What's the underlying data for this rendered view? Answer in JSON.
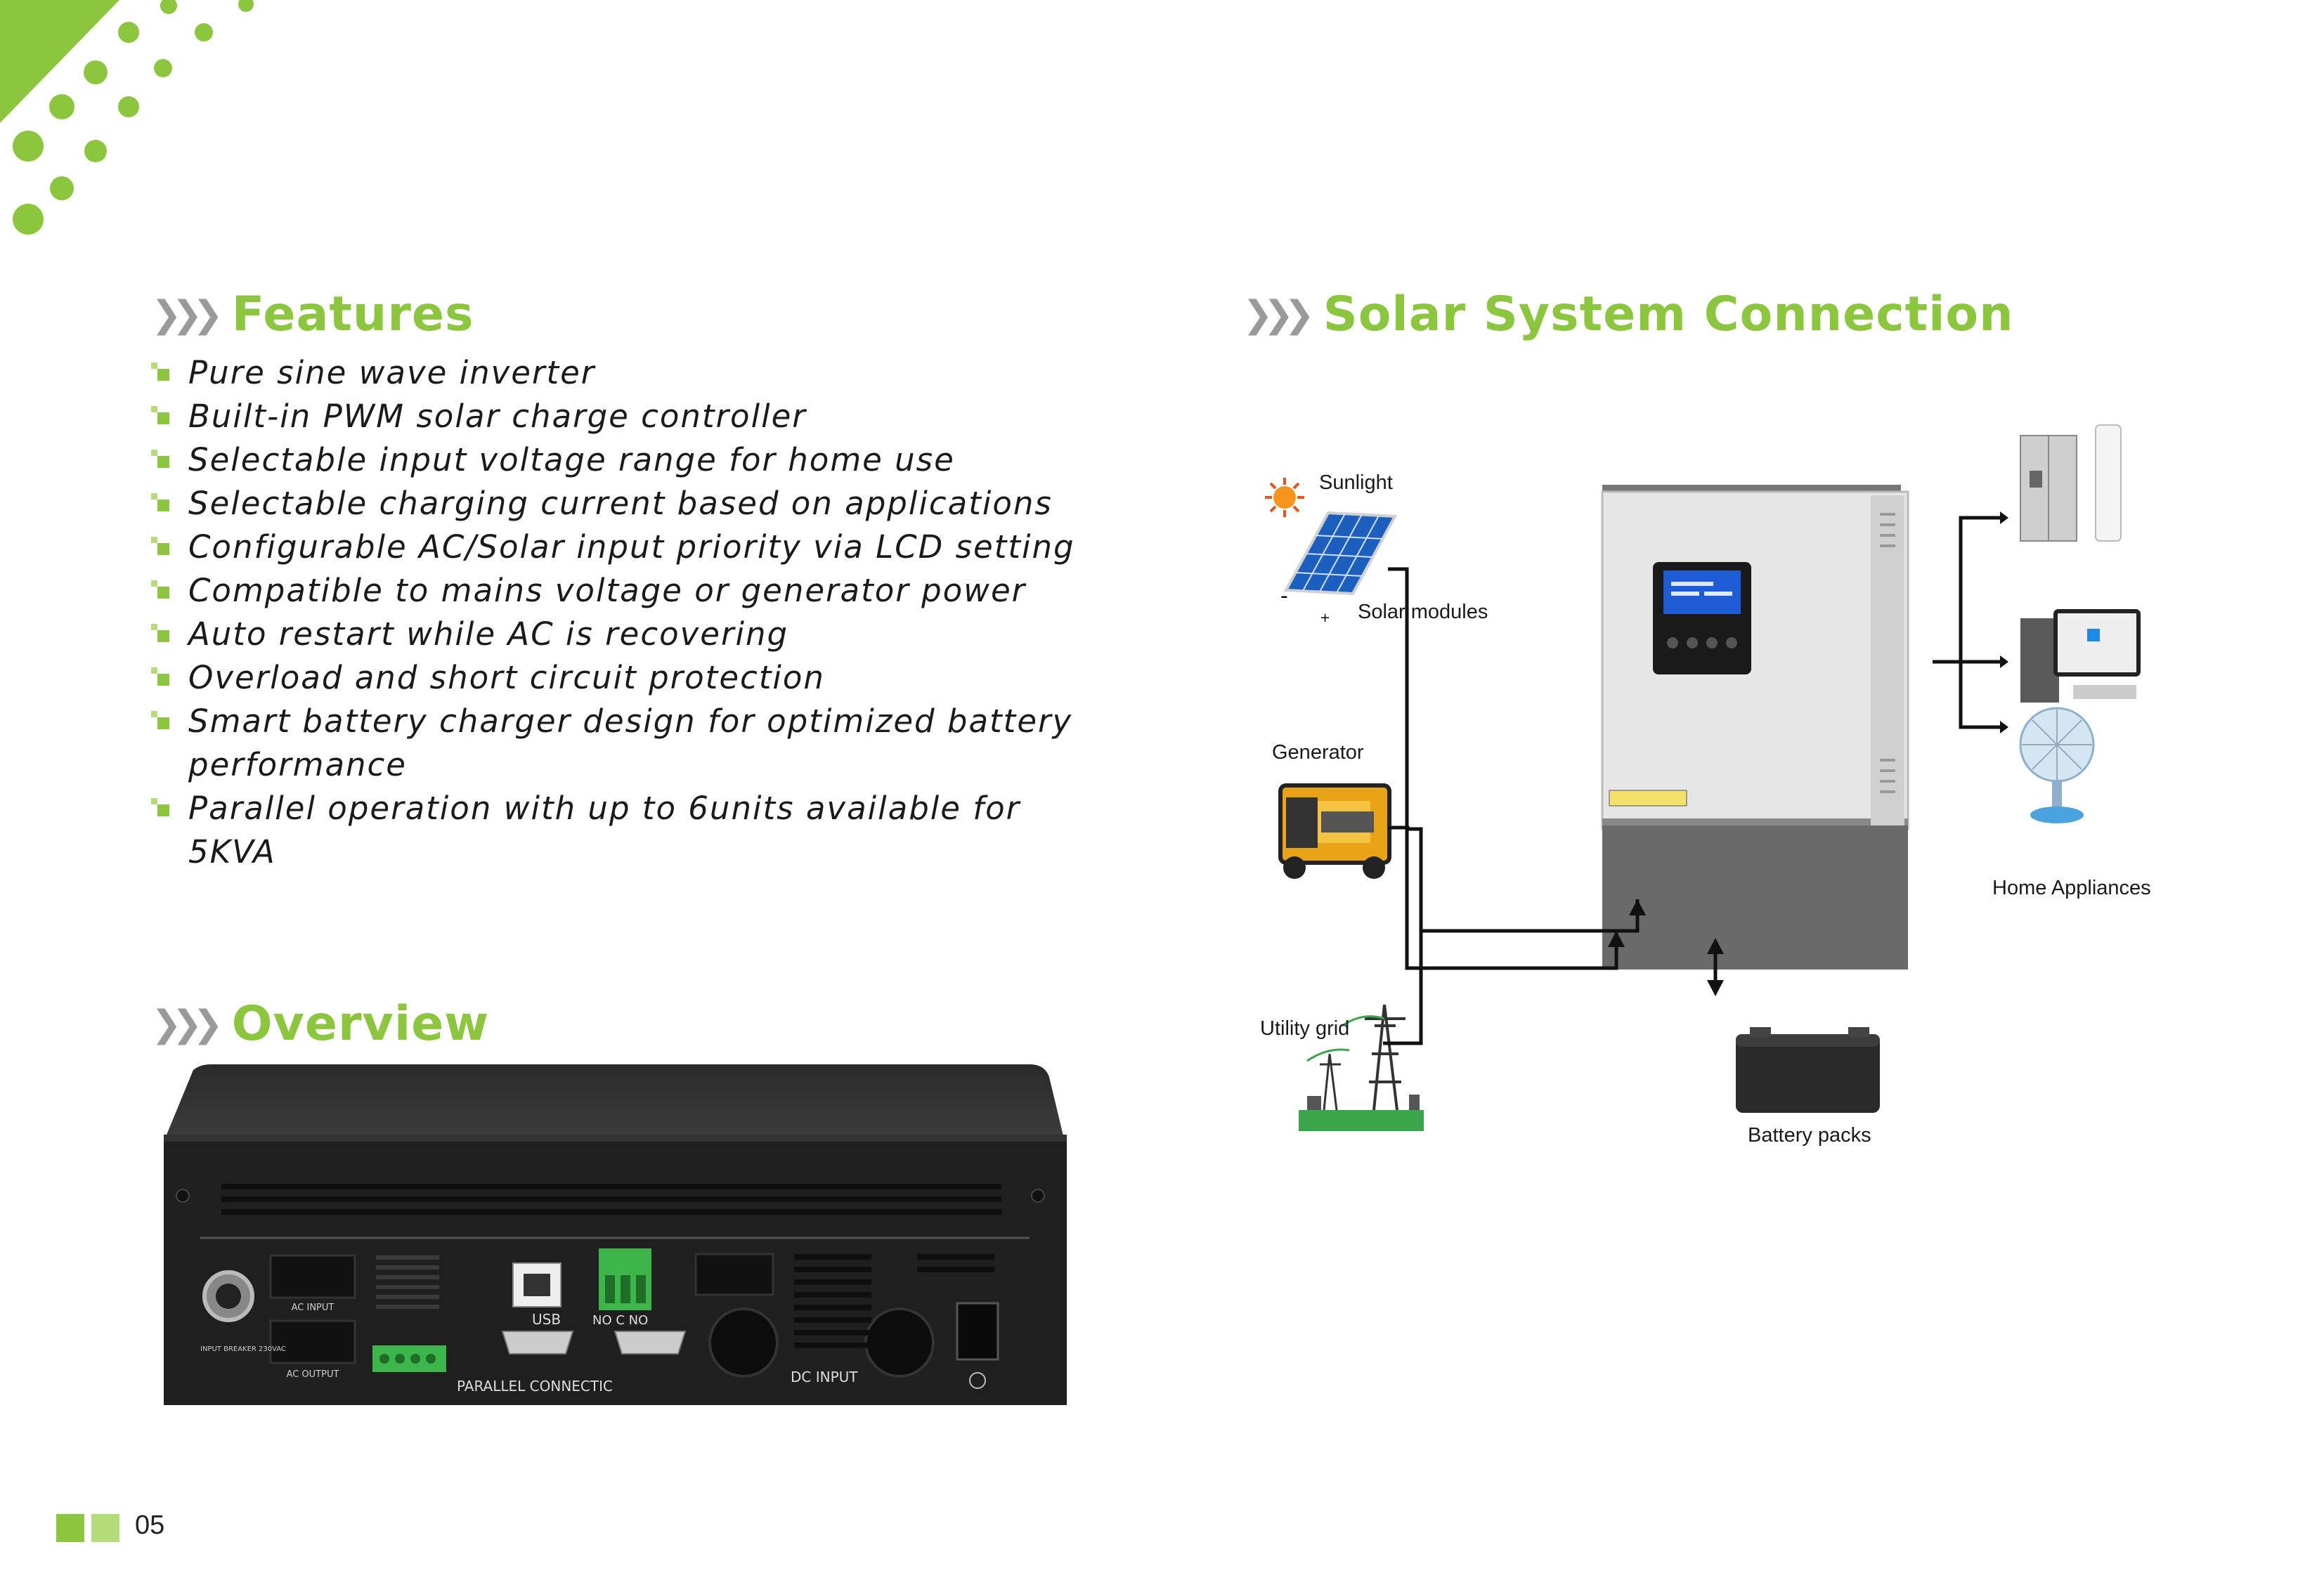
{
  "features": {
    "title": "Features",
    "items": [
      "Pure sine wave inverter",
      "Built-in PWM solar charge controller",
      "Selectable input voltage range for home use",
      "Selectable charging current based on applications",
      "Configurable AC/Solar input priority via LCD setting",
      "Compatible to mains voltage or generator power",
      "Auto restart while AC is recovering",
      "Overload and short circuit protection",
      "Smart battery charger design for optimized battery",
      "performance",
      "Parallel operation with up to 6units available for 5KVA"
    ]
  },
  "overview": {
    "title": "Overview",
    "panel_labels": {
      "ac_input": "AC INPUT",
      "ac_output": "AC OUTPUT",
      "usb": "USB",
      "relay": "NO C NO",
      "parallel": "PARALLEL CONNECTIC",
      "dc_input": "DC INPUT",
      "breaker": "INPUT BREAKER 230VAC"
    }
  },
  "solar": {
    "title": "Solar System Connection",
    "labels": {
      "sunlight": "Sunlight",
      "solar_modules": "Solar modules",
      "generator": "Generator",
      "utility_grid": "Utility grid",
      "battery_packs": "Battery packs",
      "home_appliances": "Home Appliances"
    }
  },
  "page": {
    "number": "05"
  },
  "colors": {
    "accent": "#8cc63f",
    "accent_light": "#b5dc7a",
    "text": "#1a1a1a",
    "chevron": "#9a9a9a"
  }
}
